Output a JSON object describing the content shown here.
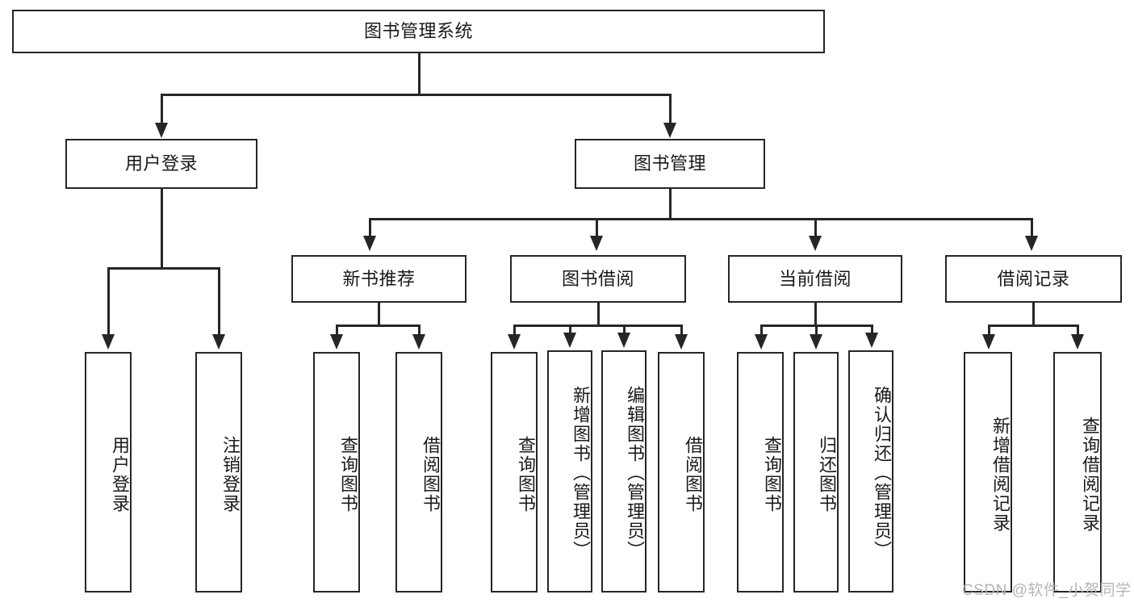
{
  "diagram": {
    "title": "图书管理系统",
    "type": "hierarchy-tree",
    "root": {
      "label": "图书管理系统"
    },
    "level2": [
      {
        "label": "用户登录"
      },
      {
        "label": "图书管理"
      }
    ],
    "level3": [
      {
        "label": "新书推荐"
      },
      {
        "label": "图书借阅"
      },
      {
        "label": "当前借阅"
      },
      {
        "label": "借阅记录"
      }
    ],
    "leaves": {
      "user_login": [
        {
          "label": "用户登录"
        },
        {
          "label": "注销登录"
        }
      ],
      "new_book_recommend": [
        {
          "label": "查询图书"
        },
        {
          "label": "借阅图书"
        }
      ],
      "book_borrow": [
        {
          "label": "查询图书"
        },
        {
          "label": "新增图书（管理员）"
        },
        {
          "label": "编辑图书（管理员）"
        },
        {
          "label": "借阅图书"
        }
      ],
      "current_borrow": [
        {
          "label": "查询图书"
        },
        {
          "label": "归还图书"
        },
        {
          "label": "确认归还（管理员）"
        }
      ],
      "borrow_record": [
        {
          "label": "新增借阅记录"
        },
        {
          "label": "查询借阅记录"
        }
      ]
    }
  },
  "watermark": {
    "text": "CSDN @软件_小贺同学",
    "color": "#b5b5b5"
  },
  "colors": {
    "stroke": "#262626",
    "fill": "#ffffff",
    "text": "#1a1a1a"
  }
}
